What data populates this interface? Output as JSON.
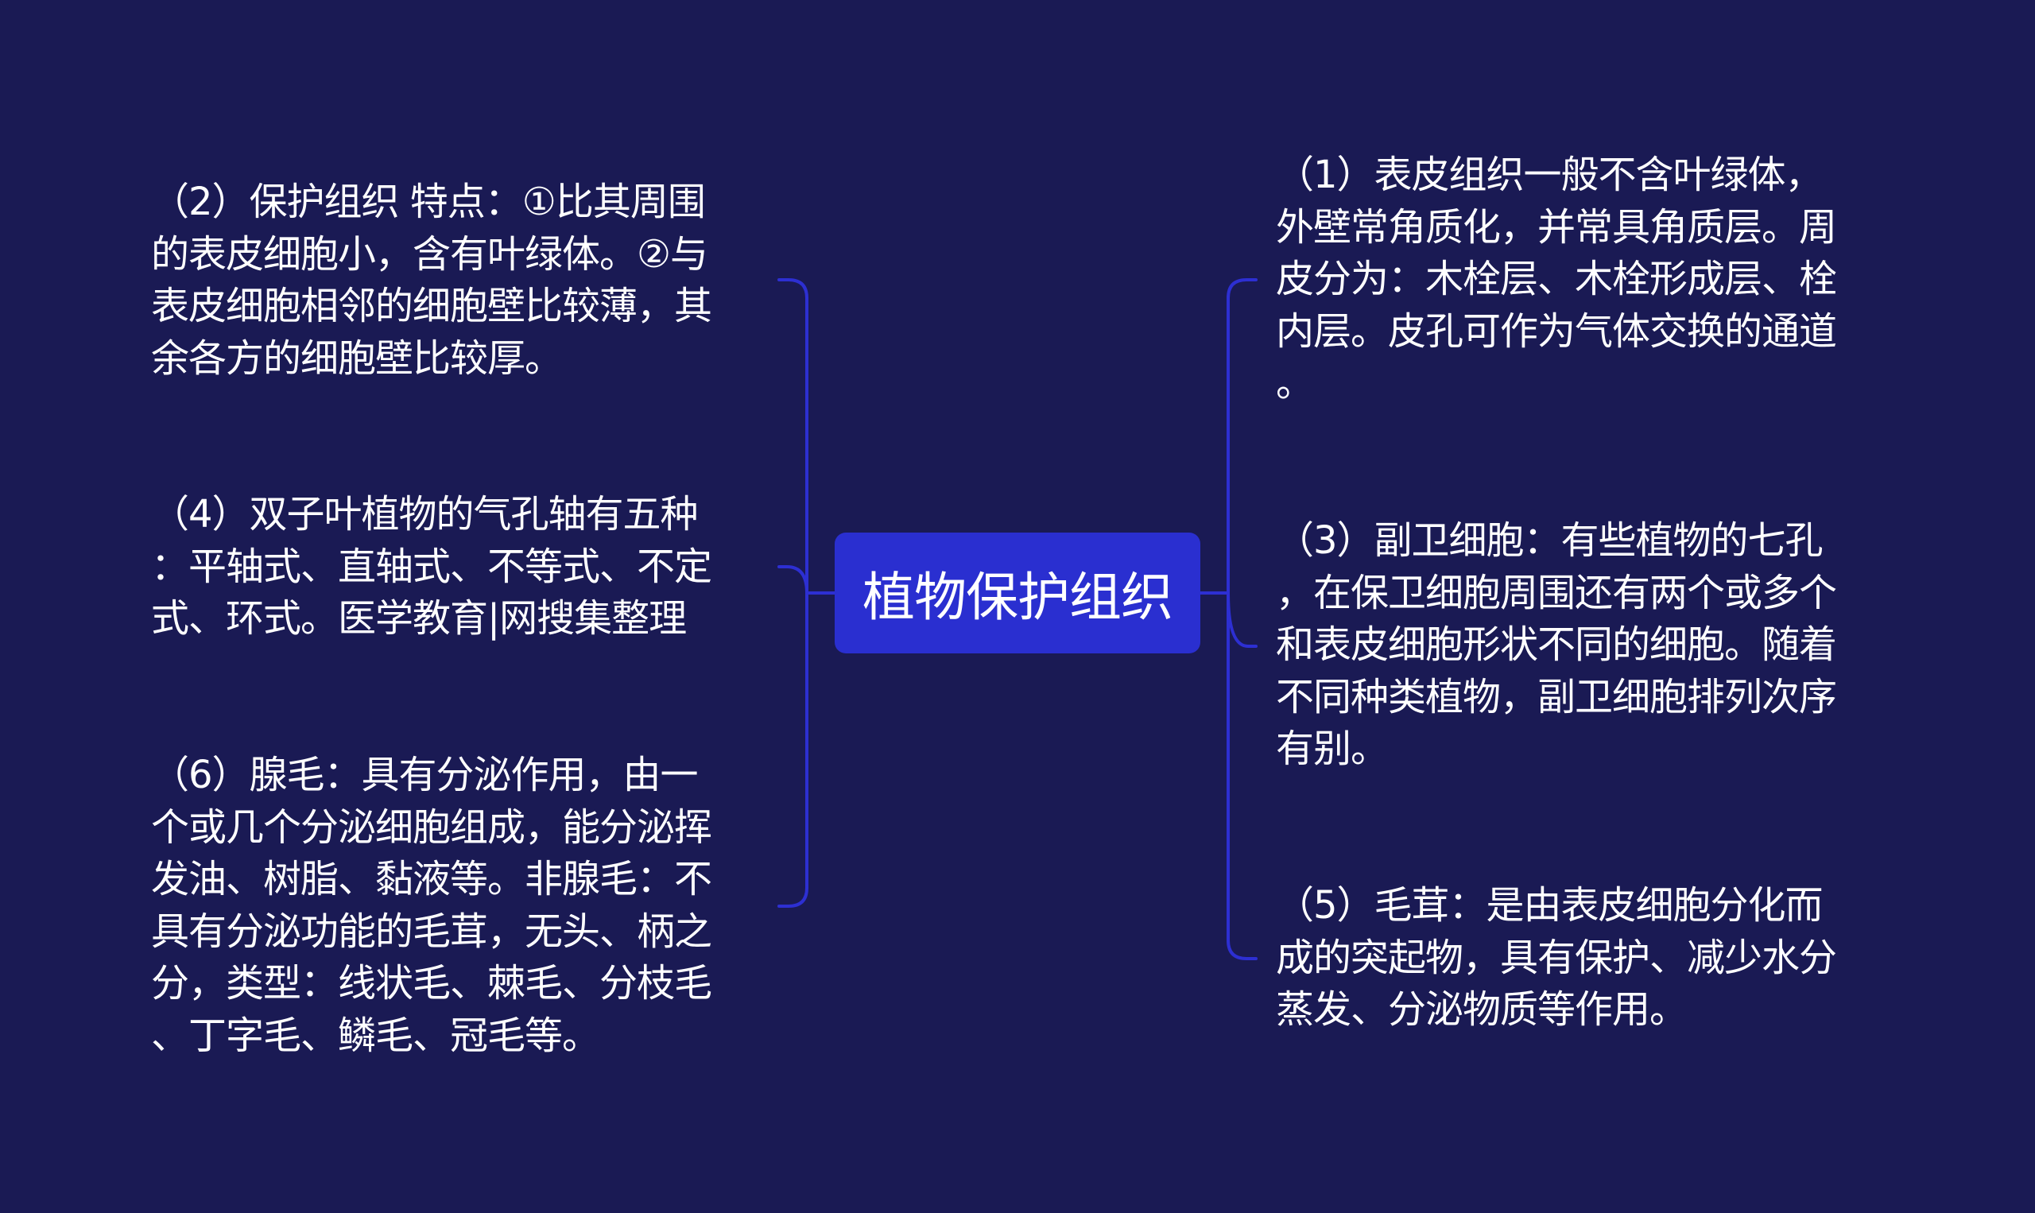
{
  "center": {
    "title": "植物保护组织",
    "color": "#2a2fd0"
  },
  "colors": {
    "background": "#1a1a54",
    "connector": "#2d2fd2",
    "text": "#ffffff"
  },
  "left_nodes": [
    {
      "text": "（2）保护组织 特点：①比其周围\n的表皮细胞小，含有叶绿体。②与\n表皮细胞相邻的细胞壁比较薄，其\n余各方的细胞壁比较厚。"
    },
    {
      "text": "（4）双子叶植物的气孔轴有五种\n：平轴式、直轴式、不等式、不定\n式、环式。医学教育|网搜集整理"
    },
    {
      "text": "（6）腺毛：具有分泌作用，由一\n个或几个分泌细胞组成，能分泌挥\n发油、树脂、黏液等。非腺毛：不\n具有分泌功能的毛茸，无头、柄之\n分，类型：线状毛、棘毛、分枝毛\n、丁字毛、鳞毛、冠毛等。"
    }
  ],
  "right_nodes": [
    {
      "text": "（1）表皮组织一般不含叶绿体，\n外壁常角质化，并常具角质层。周\n皮分为：木栓层、木栓形成层、栓\n内层。皮孔可作为气体交换的通道\n。"
    },
    {
      "text": "（3）副卫细胞：有些植物的七孔\n，在保卫细胞周围还有两个或多个\n和表皮细胞形状不同的细胞。随着\n不同种类植物，副卫细胞排列次序\n有别。"
    },
    {
      "text": "（5）毛茸：是由表皮细胞分化而\n成的突起物，具有保护、减少水分\n蒸发、分泌物质等作用。"
    }
  ]
}
